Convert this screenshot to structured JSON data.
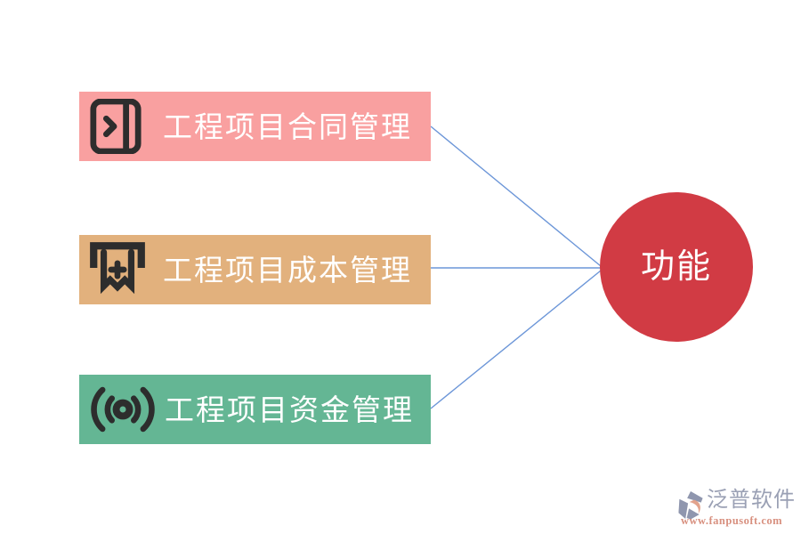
{
  "diagram": {
    "nodes": [
      {
        "label": "工程项目合同管理",
        "color": "#F9A0A0",
        "icon": "journal-arrow-icon"
      },
      {
        "label": "工程项目成本管理",
        "color": "#E2B17D",
        "icon": "receipt-icon"
      },
      {
        "label": "工程项目资金管理",
        "color": "#64B694",
        "icon": "broadcast-icon"
      }
    ],
    "hub": {
      "label": "功能",
      "color": "#D13B44"
    },
    "connector_color": "#6C96D8",
    "icon_color": "#2D2D2D",
    "label_color": "#FFFFFF"
  },
  "watermark": {
    "brand": "泛普软件",
    "url": "www.fanpusoft.com",
    "brand_color": "#9AA0B4",
    "url_color": "#D8907F",
    "logo_gray": "#8F96AE",
    "logo_accent": "#E2A38D"
  }
}
